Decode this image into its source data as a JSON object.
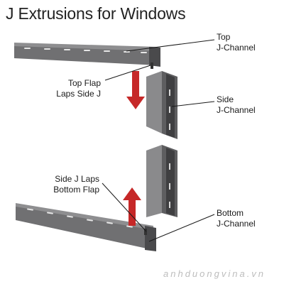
{
  "title": "J Extrusions for Windows",
  "labels": {
    "top_channel": [
      "Top",
      "J-Channel"
    ],
    "side_channel": [
      "Side",
      "J-Channel"
    ],
    "bottom_channel": [
      "Bottom",
      "J-Channel"
    ],
    "top_flap": [
      "Top Flap",
      "Laps Side J"
    ],
    "side_laps": [
      "Side J Laps",
      "Bottom Flap"
    ]
  },
  "watermark": "anhduongvina.vn",
  "colors": {
    "channel": "#6e6e70",
    "channel_dark": "#454547",
    "channel_light": "#8c8c8e",
    "arrow": "#c62828"
  },
  "icons": {
    "down_arrow": "red-down-arrow-icon",
    "up_arrow": "red-up-arrow-icon"
  }
}
